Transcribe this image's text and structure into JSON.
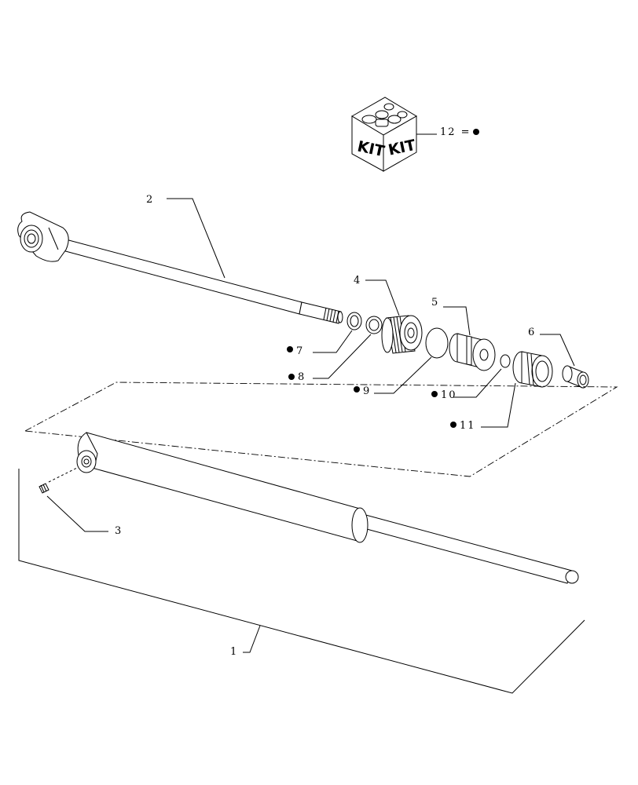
{
  "kit": {
    "face_left_text": "KIT",
    "face_right_text": "KIT",
    "callout_text": "12 = "
  },
  "callouts": {
    "c1": "1",
    "c2": "2",
    "c3": "3",
    "c4": "4",
    "c5": "5",
    "c6": "6",
    "c7": "7",
    "c8": "8",
    "c9": "9",
    "c10": "10",
    "c11": "11"
  },
  "markers": {
    "kit_included": "●"
  }
}
